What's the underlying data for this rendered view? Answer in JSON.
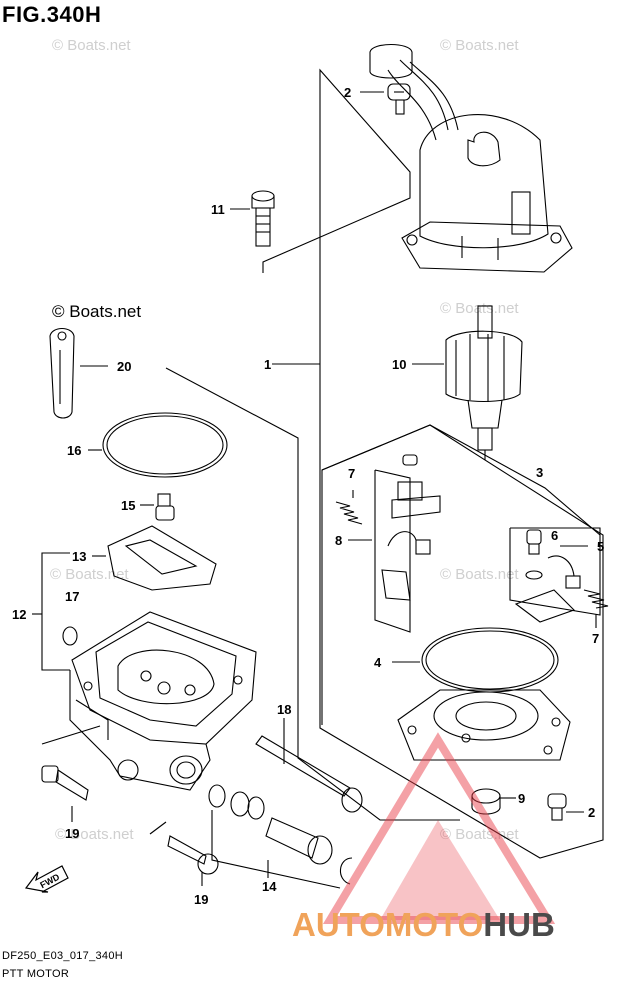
{
  "figure": {
    "title": "FIG.340H",
    "copyright": "© Boats.net",
    "footer_code": "DF250_E03_017_340H",
    "footer_name": "PTT MOTOR"
  },
  "watermark": {
    "text": "© Boats.net"
  },
  "logo": {
    "text_part1": "AUTOMOTO",
    "text_part2": "HUB",
    "color_orange": "#f0a35a",
    "color_dark": "#4a4a4a",
    "color_red": "#e8404a"
  },
  "fwd_label": "FWD",
  "callouts": [
    "2",
    "11",
    "20",
    "1",
    "10",
    "16",
    "7",
    "3",
    "15",
    "8",
    "6",
    "5",
    "13",
    "12",
    "17",
    "7",
    "4",
    "18",
    "9",
    "2",
    "19",
    "14",
    "19"
  ]
}
